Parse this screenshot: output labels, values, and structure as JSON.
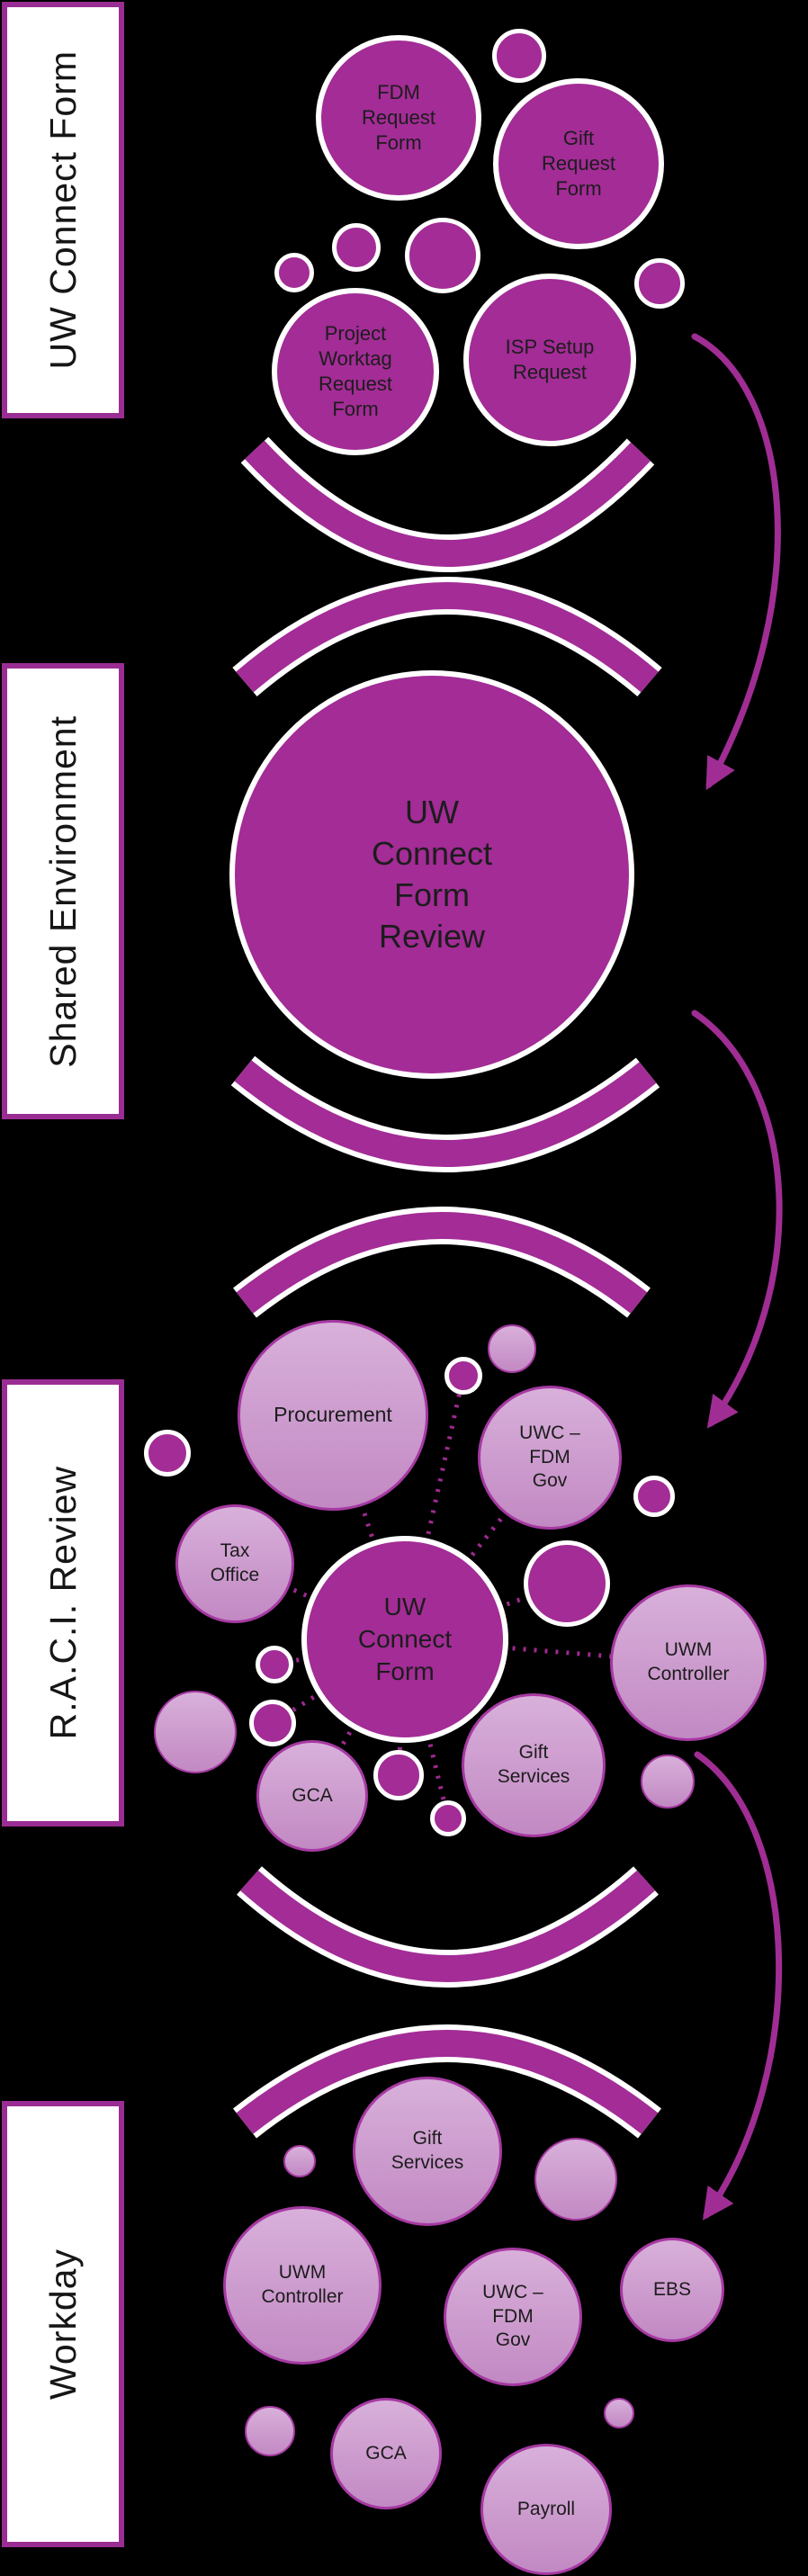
{
  "title": "UW Connect Form process flow diagram",
  "colors": {
    "background": "#000000",
    "bubble_dark": "#A32C96",
    "bubble_light_top": "#D8B0DA",
    "bubble_light_bottom": "#C289C3",
    "bubble_light_border": "#A639A2",
    "arc": "#A32C96",
    "arrow": "#A02D94",
    "label_box_background": "#FFFFFF",
    "label_box_border": "#9A2D93",
    "text": "#1C1C1C"
  },
  "sections": [
    {
      "label": "UW Connect Form",
      "bubbles": {
        "fdm": "FDM\nRequest\nForm",
        "gift": "Gift\nRequest\nForm",
        "project": "Project\nWorktag\nRequest\nForm",
        "isp": "ISP Setup\nRequest"
      }
    },
    {
      "label": "Shared Environment",
      "bubbles": {
        "review": "UW\nConnect\nForm\nReview"
      }
    },
    {
      "label": "R.A.C.I. Review",
      "bubbles": {
        "procurement": "Procurement",
        "uwc_fdm_gov": "UWC –\nFDM\nGov",
        "tax_office": "Tax\nOffice",
        "hub": "UW\nConnect\nForm",
        "uwm_controller": "UWM\nController",
        "gca": "GCA",
        "gift_services": "Gift\nServices"
      }
    },
    {
      "label": "Workday",
      "bubbles": {
        "gift_services": "Gift\nServices",
        "uwm_controller": "UWM\nController",
        "uwc_fdm_gov": "UWC –\nFDM\nGov",
        "ebs": "EBS",
        "gca": "GCA",
        "payroll": "Payroll"
      }
    }
  ]
}
